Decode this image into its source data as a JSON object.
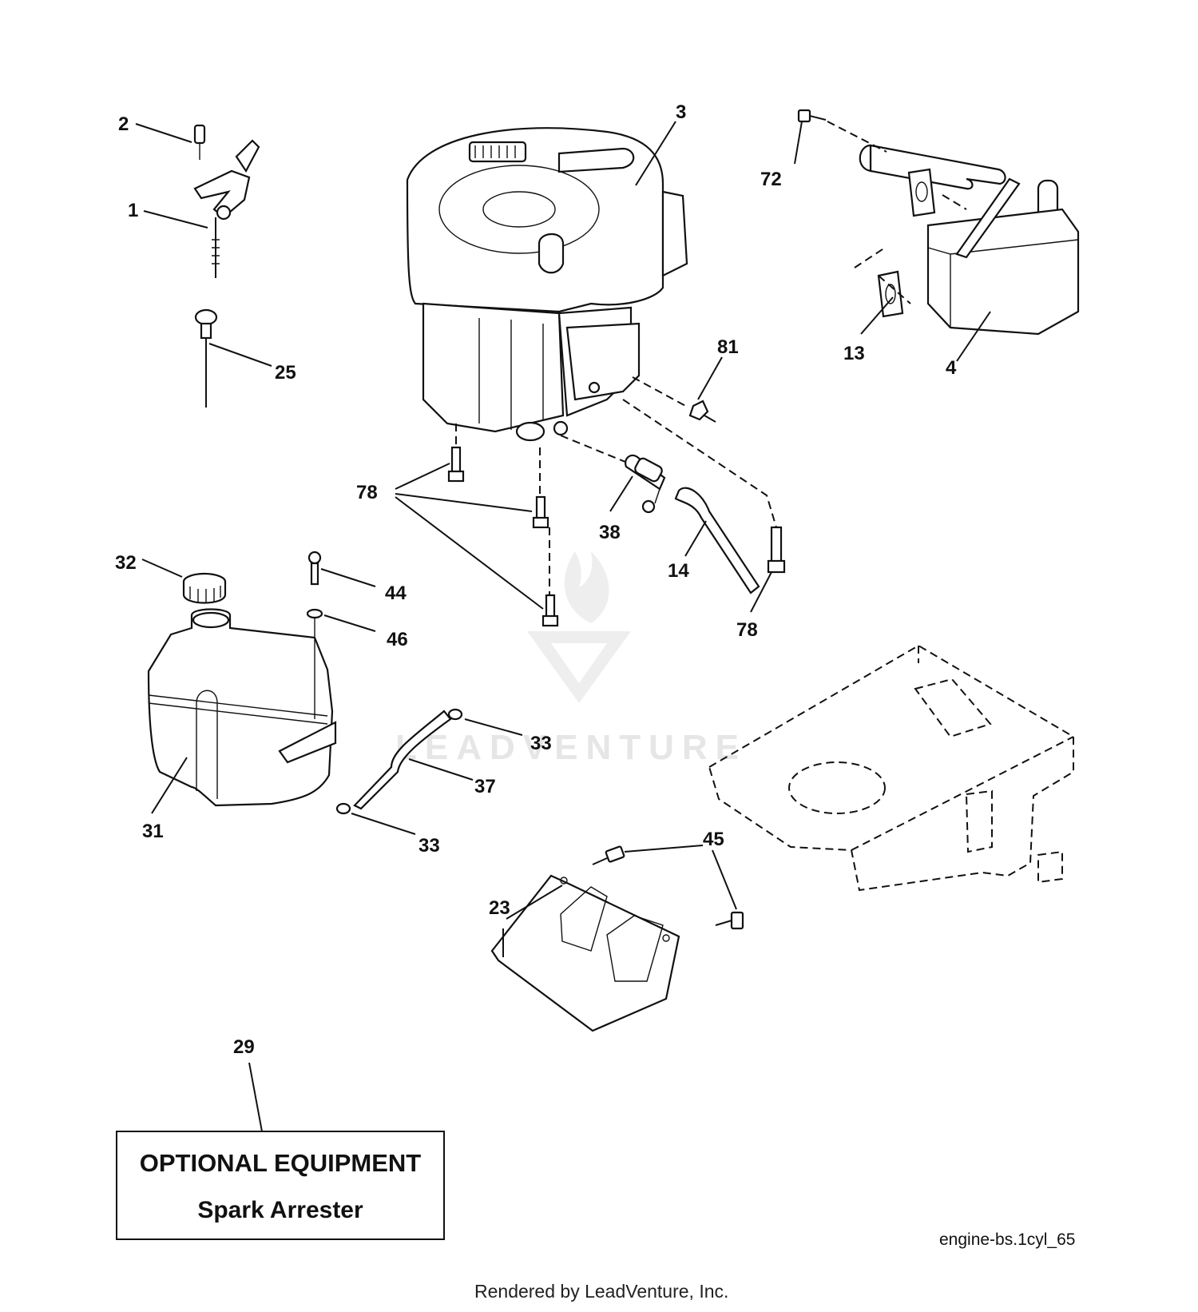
{
  "watermark": {
    "text": "LEADVENTURE"
  },
  "callouts": {
    "c1": "1",
    "c2": "2",
    "c3": "3",
    "c4": "4",
    "c13": "13",
    "c14": "14",
    "c23": "23",
    "c25": "25",
    "c29": "29",
    "c31": "31",
    "c32": "32",
    "c33a": "33",
    "c33b": "33",
    "c37": "37",
    "c38": "38",
    "c44": "44",
    "c45": "45",
    "c46": "46",
    "c72": "72",
    "c78a": "78",
    "c78b": "78",
    "c81": "81"
  },
  "optional_box": {
    "title": "OPTIONAL EQUIPMENT",
    "subtitle": "Spark Arrester"
  },
  "diagram_code": "engine-bs.1cyl_65",
  "footer": "Rendered by LeadVenture, Inc."
}
